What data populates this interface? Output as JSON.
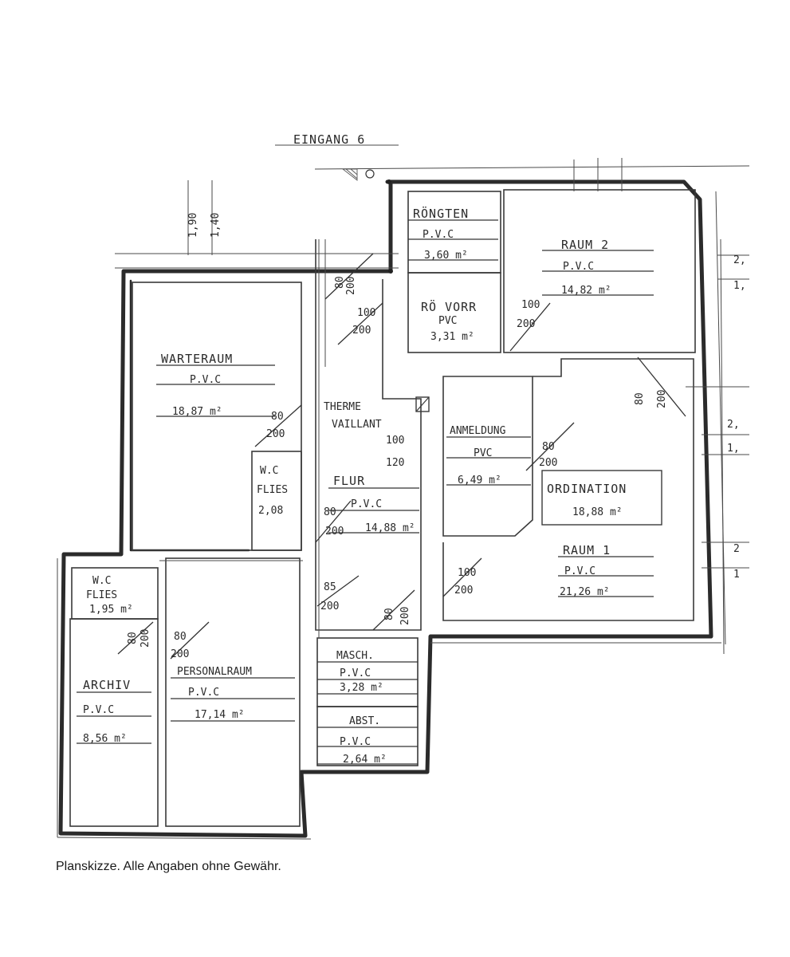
{
  "caption": "Planskizze. Alle Angaben ohne Gewähr.",
  "plan": {
    "entrance": "EINGANG 6",
    "rooms": {
      "roentgen": {
        "name": "RÖNGTEN",
        "floor": "P.V.C",
        "area": "3,60 m²"
      },
      "raum2": {
        "name": "RAUM 2",
        "floor": "P.V.C",
        "area": "14,82 m²"
      },
      "rovorr": {
        "name": "RÖ VORR",
        "floor": "PVC",
        "area": "3,31 m²"
      },
      "warteraum": {
        "name": "WARTERAUM",
        "floor": "P.V.C",
        "area": "18,87 m²"
      },
      "therme": {
        "name": "THERME",
        "sub": "VAILLANT"
      },
      "wc_top": {
        "name": "W.C",
        "floor": "FLIES",
        "area": "2,08"
      },
      "flur": {
        "name": "FLUR",
        "floor": "P.V.C",
        "area": "14,88 m²"
      },
      "anmeldung": {
        "name": "ANMELDUNG",
        "floor": "PVC",
        "area": "6,49 m²"
      },
      "ordination": {
        "name": "ORDINATION",
        "area": "18,88 m²"
      },
      "raum1": {
        "name": "RAUM 1",
        "floor": "P.V.C",
        "area": "21,26 m²"
      },
      "wc_left": {
        "name": "W.C",
        "floor": "FLIES",
        "area": "1,95 m²"
      },
      "archiv": {
        "name": "ARCHIV",
        "floor": "P.V.C",
        "area": "8,56 m²"
      },
      "personalraum": {
        "name": "PERSONALRAUM",
        "floor": "P.V.C",
        "area": "17,14 m²"
      },
      "masch": {
        "name": "MASCH.",
        "floor": "P.V.C",
        "area": "3,28 m²"
      },
      "abst": {
        "name": "ABST.",
        "floor": "P.V.C",
        "area": "2,64 m²"
      }
    },
    "dimensions": {
      "d_top_a": "1,90",
      "d_top_b": "1,40",
      "d_e1a": "80",
      "d_e1b": "200",
      "d_e2a": "100",
      "d_e2b": "200",
      "d_e3a": "100",
      "d_e3b": "200",
      "d_e4a": "80",
      "d_e4b": "200",
      "d_war_a": "80",
      "d_war_b": "200",
      "d_ther_a": "100",
      "d_ther_b": "120",
      "d_anm_a": "80",
      "d_anm_b": "200",
      "d_flur_a": "80",
      "d_flur_b": "200",
      "d_r1a": "100",
      "d_r1b": "200",
      "d_mid_a": "85",
      "d_mid_b": "200",
      "d_masch_a": "80",
      "d_masch_b": "200",
      "d_wc_a": "80",
      "d_wc_b": "200",
      "d_pers_a": "80",
      "d_pers_b": "200",
      "edge_1": "2,",
      "edge_2": "1,",
      "edge_3": "2,",
      "edge_4": "1,",
      "edge_5": "2",
      "edge_6": "1"
    }
  }
}
